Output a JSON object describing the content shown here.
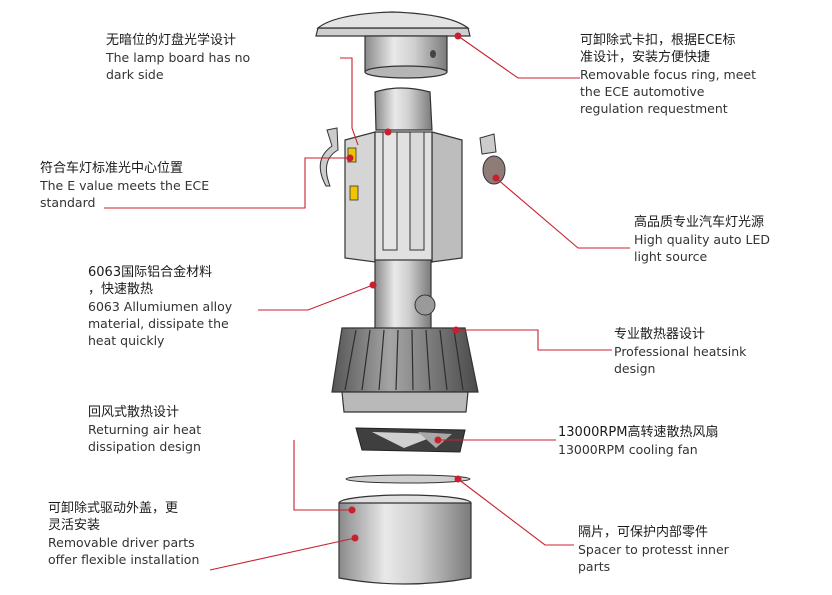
{
  "callouts": [
    {
      "id": "lamp-board",
      "zh": [
        "无暗位的灯盘光学设计"
      ],
      "en": [
        "The lamp board has no",
        "dark side"
      ]
    },
    {
      "id": "ece-ring",
      "zh": [
        "可卸除式卡扣，根据ECE标",
        "准设计，安装方便快捷"
      ],
      "en": [
        "Removable focus ring, meet",
        "the ECE automotive",
        "regulation requestment"
      ]
    },
    {
      "id": "e-value",
      "zh": [
        "符合车灯标准光中心位置"
      ],
      "en": [
        "The E value meets the ECE",
        "standard"
      ]
    },
    {
      "id": "led-source",
      "zh": [
        "高品质专业汽车灯光源"
      ],
      "en": [
        "High quality auto LED",
        "light source"
      ]
    },
    {
      "id": "aluminum",
      "zh": [
        "6063国际铝合金材料",
        "，快速散热"
      ],
      "en": [
        "6063 Allumiumen alloy",
        "material, dissipate the",
        "heat quickly"
      ]
    },
    {
      "id": "heatsink",
      "zh": [
        "专业散热器设计"
      ],
      "en": [
        "Professional heatsink",
        "design"
      ]
    },
    {
      "id": "air-heat",
      "zh": [
        "回风式散热设计"
      ],
      "en": [
        "Returning air heat",
        "dissipation design"
      ]
    },
    {
      "id": "fan",
      "zh": [
        "13000RPM高转速散热风扇"
      ],
      "en": [
        "13000RPM cooling fan"
      ]
    },
    {
      "id": "driver",
      "zh": [
        "可卸除式驱动外盖，更",
        "灵活安装"
      ],
      "en": [
        "Removable driver parts",
        "offer flexible installation"
      ]
    },
    {
      "id": "spacer",
      "zh": [
        "隔片，可保护内部零件"
      ],
      "en": [
        "Spacer to protesst inner",
        "parts"
      ]
    }
  ],
  "colors": {
    "leader": "#c8202e",
    "dot": "#c8202e",
    "metal_light": "#e6e6e6",
    "metal_mid": "#bdbdbd",
    "metal_dark": "#6d6d6d",
    "outline": "#333333"
  }
}
